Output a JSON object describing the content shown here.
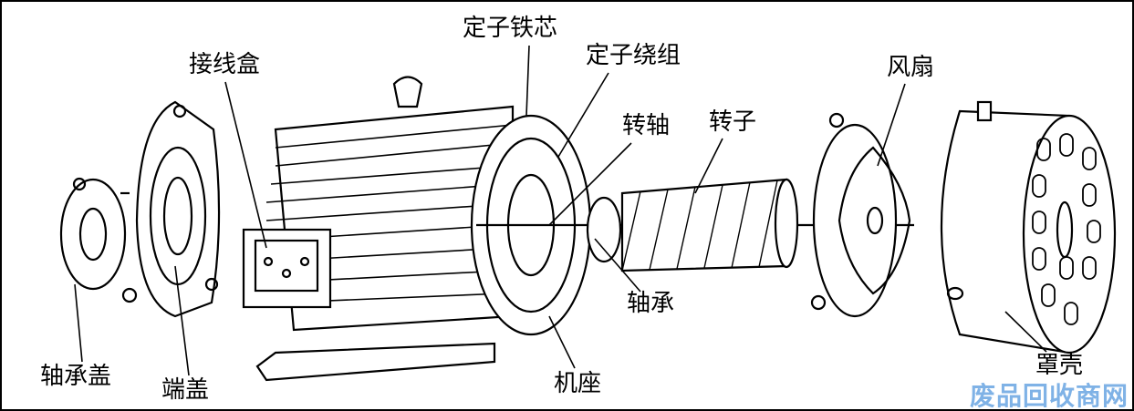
{
  "labels": {
    "stator_core": "定子铁芯",
    "stator_winding": "定子绕组",
    "junction_box": "接线盒",
    "fan": "风扇",
    "shaft": "转轴",
    "rotor": "转子",
    "bearing": "轴承",
    "bearing_cover": "轴承盖",
    "end_cover": "端盖",
    "frame": "机座",
    "fan_cover": "罩壳"
  },
  "watermark": "废品回收商网"
}
